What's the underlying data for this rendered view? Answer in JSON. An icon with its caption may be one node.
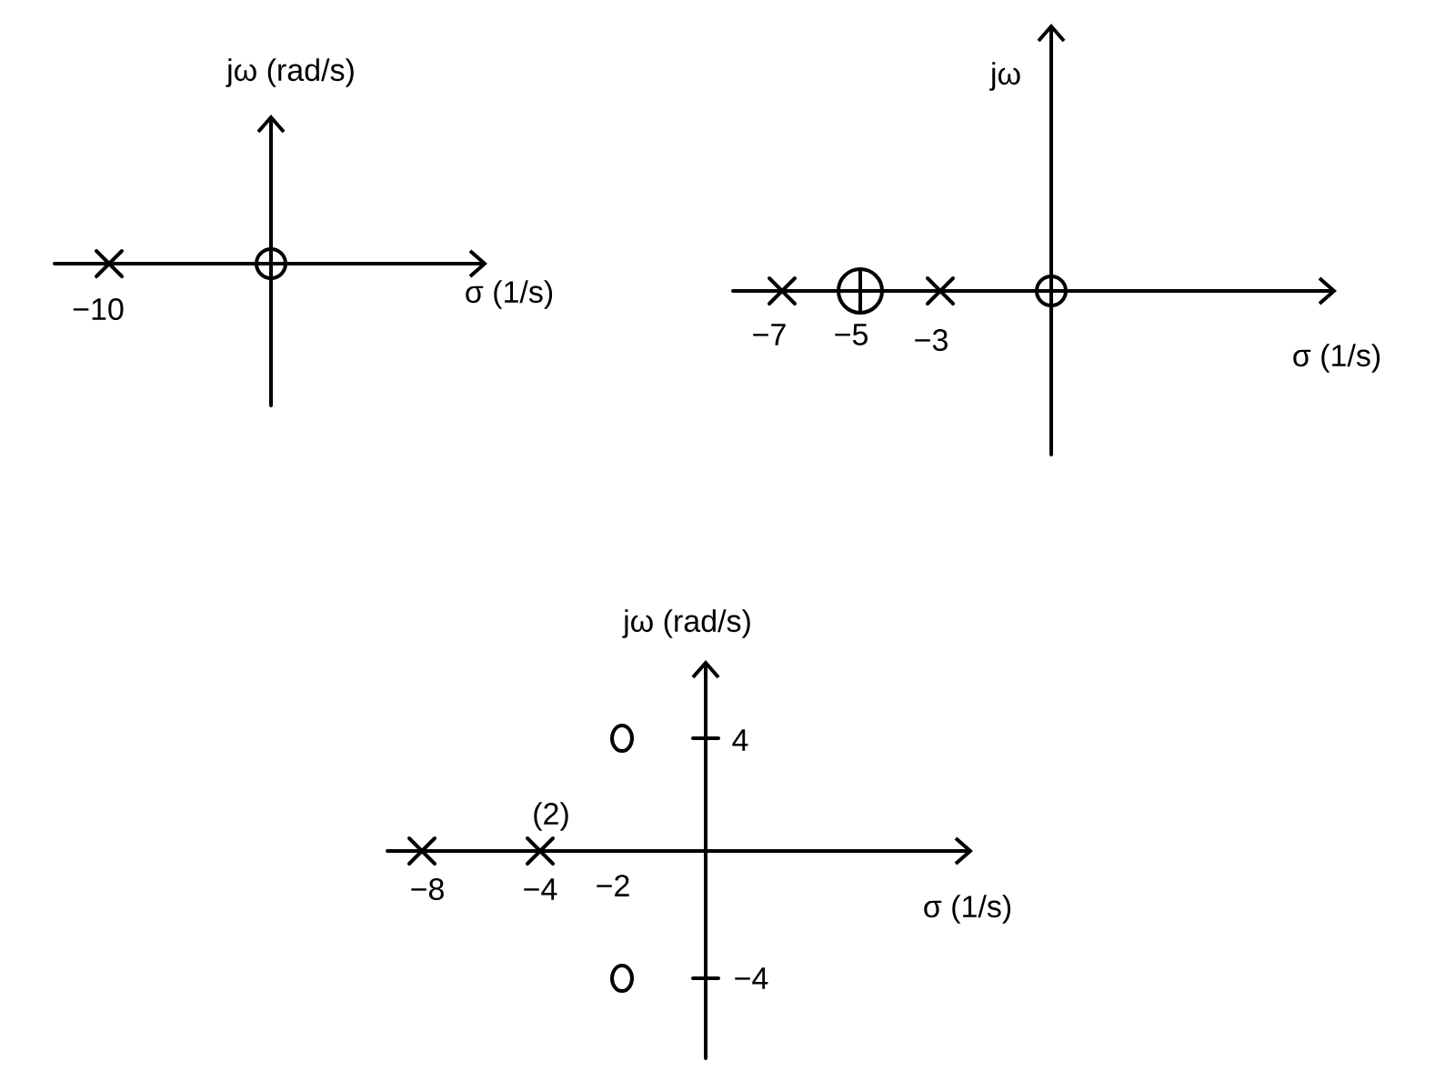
{
  "diagram": {
    "labels": [
      "jω (rad/s)",
      "−10",
      "σ (1/s)",
      "jω",
      "−7",
      "−5",
      "−3",
      "σ (1/s)",
      "jω (rad/s)",
      "4",
      "(2)",
      "−8",
      "−4",
      "−2",
      "σ (1/s)",
      "−4"
    ]
  }
}
